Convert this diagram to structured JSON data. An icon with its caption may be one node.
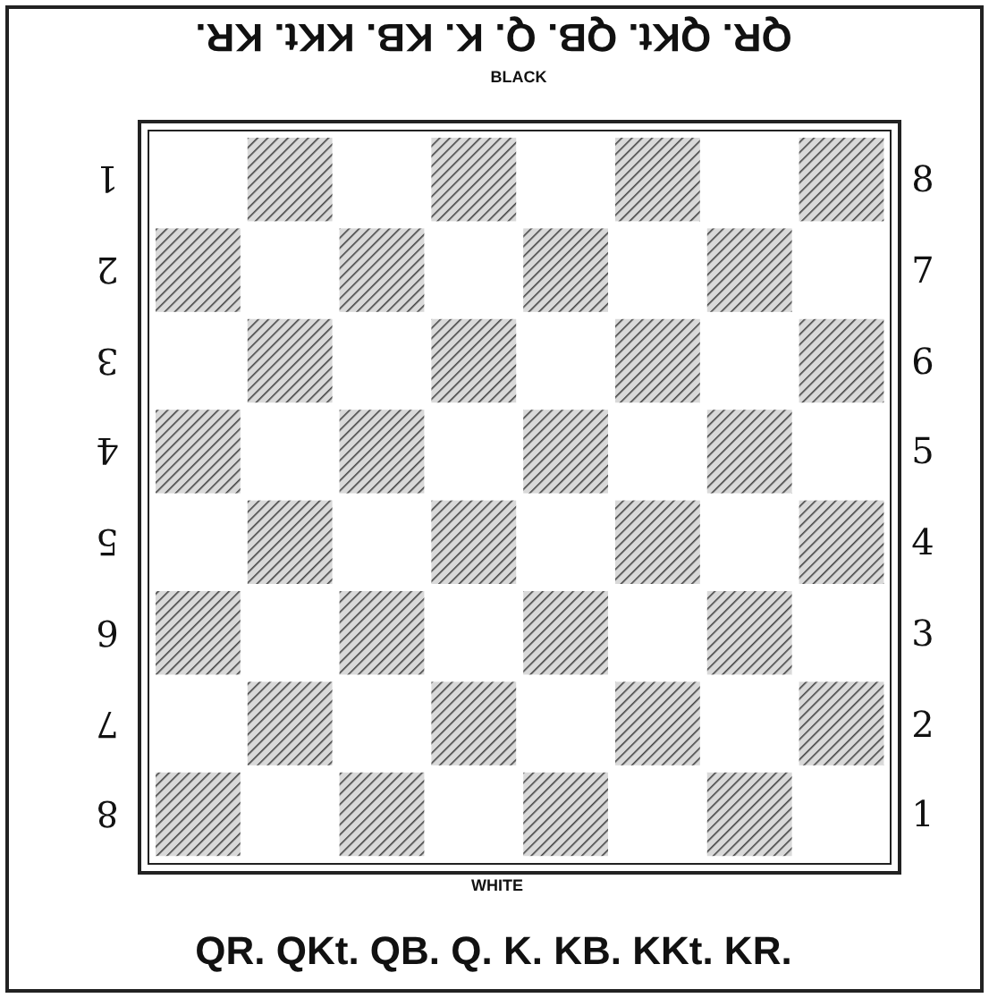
{
  "diagram": {
    "labels": [
      "QR. QKt. QB. Q. K. KB. KKt. KR.",
      "BLACK",
      "1",
      "8",
      "2",
      "7",
      "3",
      "6",
      "4",
      "5",
      "5",
      "4",
      "6",
      "3",
      "7",
      "2",
      "8",
      "1",
      "WHITE",
      "QR. QKt. QB. Q. K. KB. KKt. KR."
    ]
  }
}
